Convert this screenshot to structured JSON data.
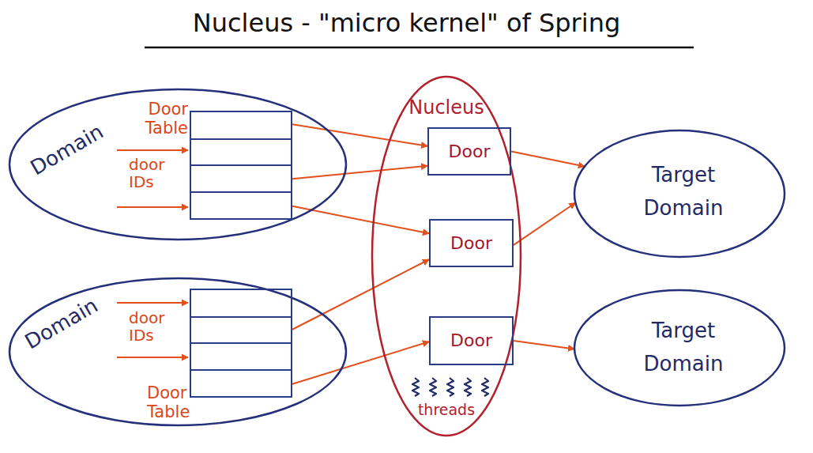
{
  "diagram": {
    "title": "Nucleus - \"micro kernel\" of Spring",
    "nodes": [
      {
        "text": [
          "Domain"
        ]
      },
      {
        "text": [
          "Door Table"
        ],
        "in": 0
      },
      {
        "text": [
          "Nucleus"
        ]
      },
      {
        "text": [
          "Door"
        ],
        "in": 2
      },
      {
        "text": [
          "Target Domain"
        ]
      },
      {
        "text": [
          "Door"
        ],
        "in": 2
      },
      {
        "text": [
          "Domain"
        ]
      },
      {
        "text": [
          "Door Table"
        ],
        "in": 6
      },
      {
        "text": [
          "Door"
        ],
        "in": 2
      },
      {
        "text": [
          "Target Domain"
        ]
      }
    ],
    "edges": [
      {
        "from": 1,
        "to": 3,
        "arrow": "to"
      },
      {
        "from": 1,
        "to": 3,
        "arrow": "to"
      },
      {
        "from": 1,
        "to": 5,
        "arrow": "to"
      },
      {
        "from": 3,
        "to": 4,
        "arrow": "to"
      },
      {
        "from": 5,
        "to": 4,
        "arrow": "to"
      },
      {
        "from": 7,
        "to": 5,
        "arrow": "to"
      },
      {
        "from": 7,
        "to": 8,
        "arrow": "to"
      },
      {
        "from": 8,
        "to": 9,
        "arrow": "to"
      }
    ],
    "labels": [
      "door IDs",
      "door IDs",
      "threads"
    ]
  }
}
